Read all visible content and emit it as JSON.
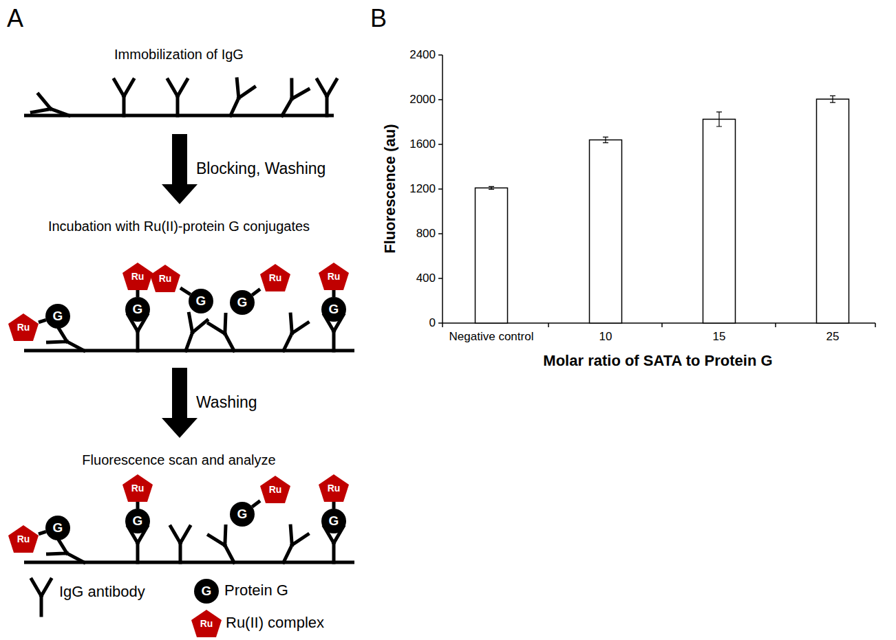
{
  "diagram": {
    "nodes": [
      {
        "text": [
          "Ru"
        ]
      },
      {
        "text": [
          "G"
        ]
      },
      {
        "text": [
          "Ru"
        ]
      },
      {
        "text": [
          "G"
        ]
      },
      {
        "text": [
          "Ru"
        ]
      },
      {
        "text": [
          "G"
        ]
      },
      {
        "text": [
          "Ru"
        ]
      },
      {
        "text": [
          "G"
        ]
      },
      {
        "text": [
          "Ru"
        ]
      },
      {
        "text": [
          "G"
        ]
      },
      {
        "text": [
          "Ru"
        ]
      },
      {
        "text": [
          "G"
        ]
      },
      {
        "text": [
          "Ru"
        ]
      },
      {
        "text": [
          "G"
        ]
      },
      {
        "text": [
          "Ru"
        ]
      },
      {
        "text": [
          "G"
        ]
      },
      {
        "text": [
          "Ru"
        ]
      },
      {
        "text": [
          "G"
        ]
      },
      {
        "text": [
          "G"
        ]
      },
      {
        "text": [
          "Ru"
        ]
      }
    ],
    "edges": [
      {
        "from": 0,
        "to": 1,
        "arrow": "none"
      },
      {
        "from": 2,
        "to": 3,
        "arrow": "none"
      },
      {
        "from": 4,
        "to": 5,
        "arrow": "none"
      },
      {
        "from": 6,
        "to": 7,
        "arrow": "none"
      },
      {
        "from": 8,
        "to": 9,
        "arrow": "none"
      },
      {
        "from": 10,
        "to": 11,
        "arrow": "none"
      },
      {
        "from": 12,
        "to": 13,
        "arrow": "none"
      },
      {
        "from": 14,
        "to": 15,
        "arrow": "none"
      },
      {
        "from": 16,
        "to": 17,
        "arrow": "none"
      }
    ],
    "labels": [
      "A",
      "Immobilization of IgG",
      "Blocking, Washing",
      "Incubation with Ru(II)-protein G conjugates",
      "Washing",
      "Fluorescence scan and analyze",
      "B",
      "0",
      "400",
      "800",
      "1200",
      "1600",
      "2000",
      "2400",
      "Negative control",
      "10",
      "15",
      "25",
      "Fluorescence (au)",
      "Molar ratio of SATA to Protein G"
    ],
    "legend": [
      {
        "text": "IgG antibody"
      },
      {
        "text": "Protein G"
      },
      {
        "text": "Ru(II) complex"
      }
    ]
  }
}
